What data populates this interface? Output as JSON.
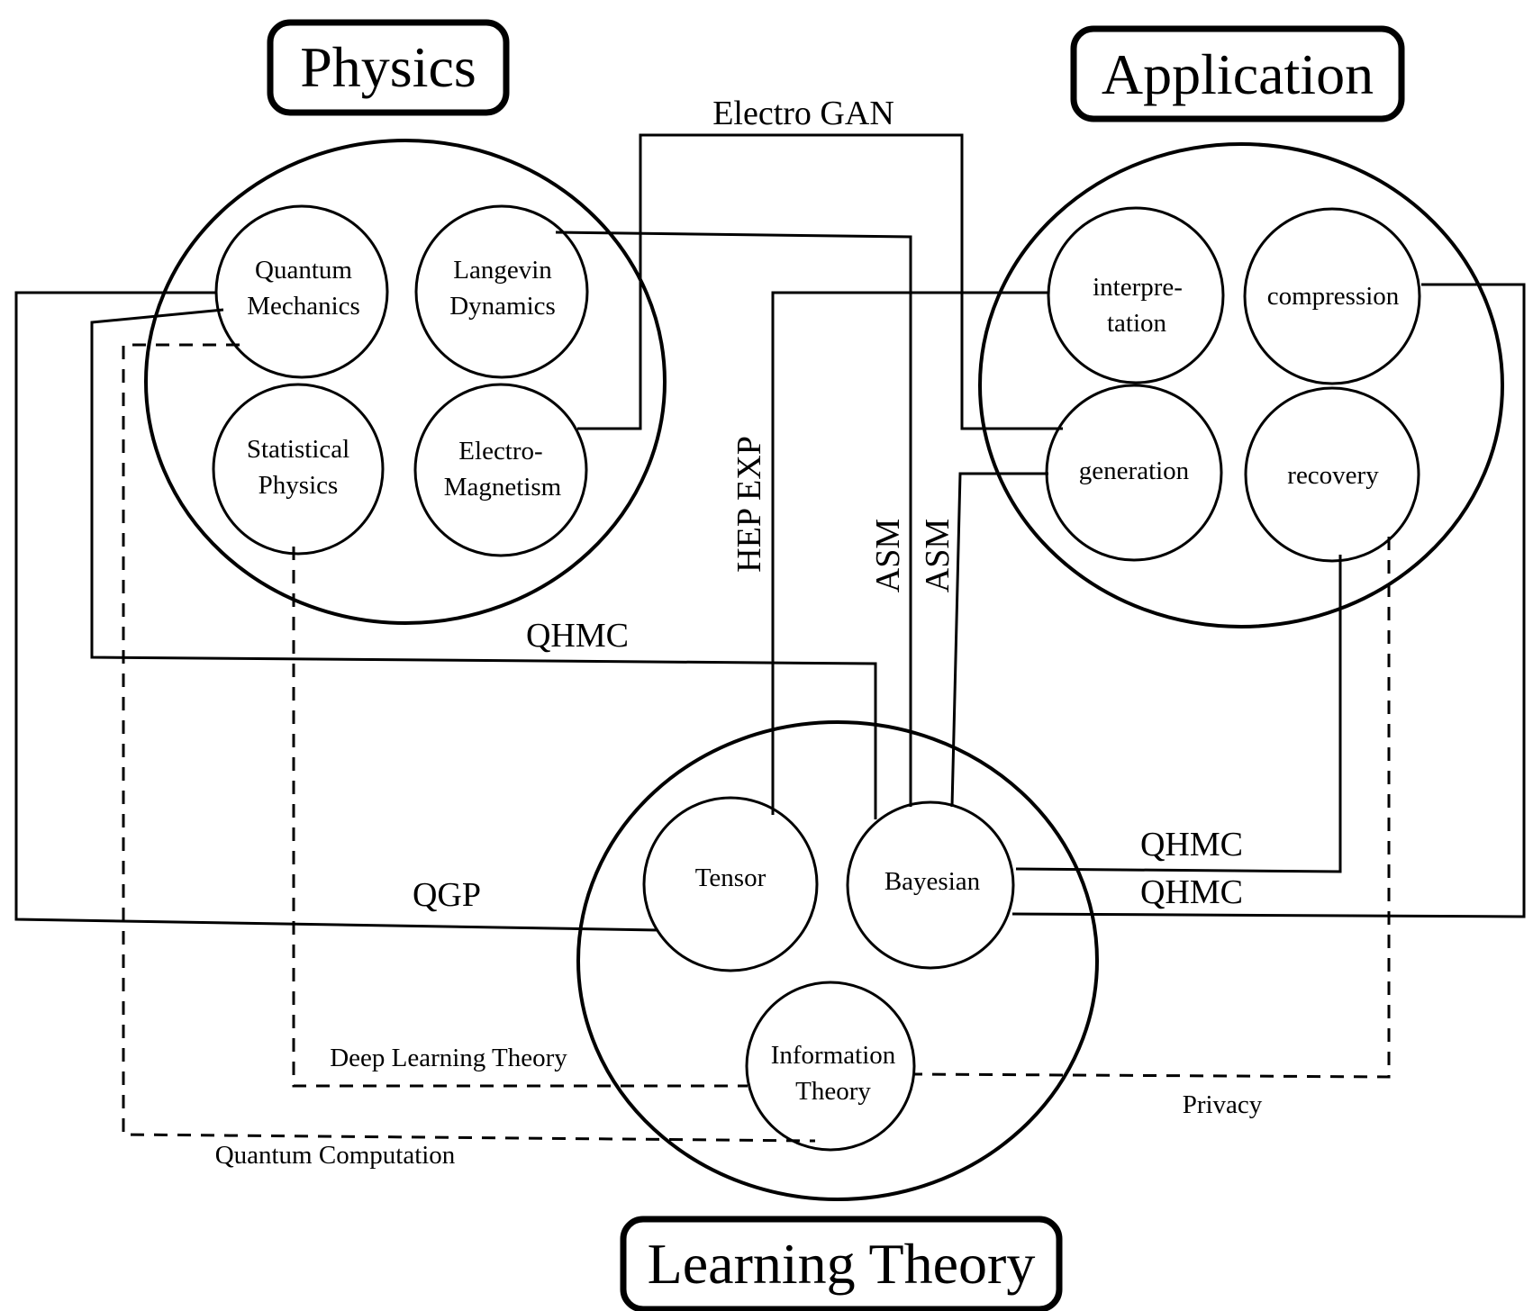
{
  "groups": {
    "physics": "Physics",
    "application": "Application",
    "learning": "Learning Theory"
  },
  "nodes": {
    "quantum_mechanics": [
      "Quantum",
      "Mechanics"
    ],
    "langevin_dynamics": [
      "Langevin",
      "Dynamics"
    ],
    "statistical_physics": [
      "Statistical",
      "Physics"
    ],
    "electromagnetism": [
      "Electro-",
      "Magnetism"
    ],
    "interpretation": [
      "interpre-",
      "tation"
    ],
    "compression": [
      "compression"
    ],
    "generation": [
      "generation"
    ],
    "recovery": [
      "recovery"
    ],
    "tensor": [
      "Tensor"
    ],
    "bayesian": [
      "Bayesian"
    ],
    "information_theory": [
      "Information",
      "Theory"
    ]
  },
  "edges": [
    {
      "from": "Electro-Magnetism",
      "to": "generation",
      "label": "Electro GAN",
      "style": "solid"
    },
    {
      "from": "interpretation",
      "to": "Tensor",
      "label": "HEP EXP",
      "style": "solid"
    },
    {
      "from": "Langevin Dynamics",
      "to": "Bayesian",
      "label": "ASM",
      "style": "solid"
    },
    {
      "from": "generation",
      "to": "Bayesian",
      "label": "ASM",
      "style": "solid"
    },
    {
      "from": "Quantum Mechanics",
      "to": "Bayesian",
      "label": "QHMC",
      "style": "solid"
    },
    {
      "from": "Quantum Mechanics",
      "to": "Tensor",
      "label": "QGP",
      "style": "solid"
    },
    {
      "from": "recovery",
      "to": "Bayesian",
      "label": "QHMC",
      "style": "solid"
    },
    {
      "from": "compression",
      "to": "Bayesian",
      "label": "QHMC",
      "style": "solid"
    },
    {
      "from": "Statistical Physics",
      "to": "Information Theory",
      "label": "Deep Learning Theory",
      "style": "dashed"
    },
    {
      "from": "Quantum Mechanics",
      "to": "Information Theory",
      "label": "Quantum Computation",
      "style": "dashed"
    },
    {
      "from": "recovery",
      "to": "Information Theory",
      "label": "Privacy",
      "style": "dashed"
    }
  ]
}
